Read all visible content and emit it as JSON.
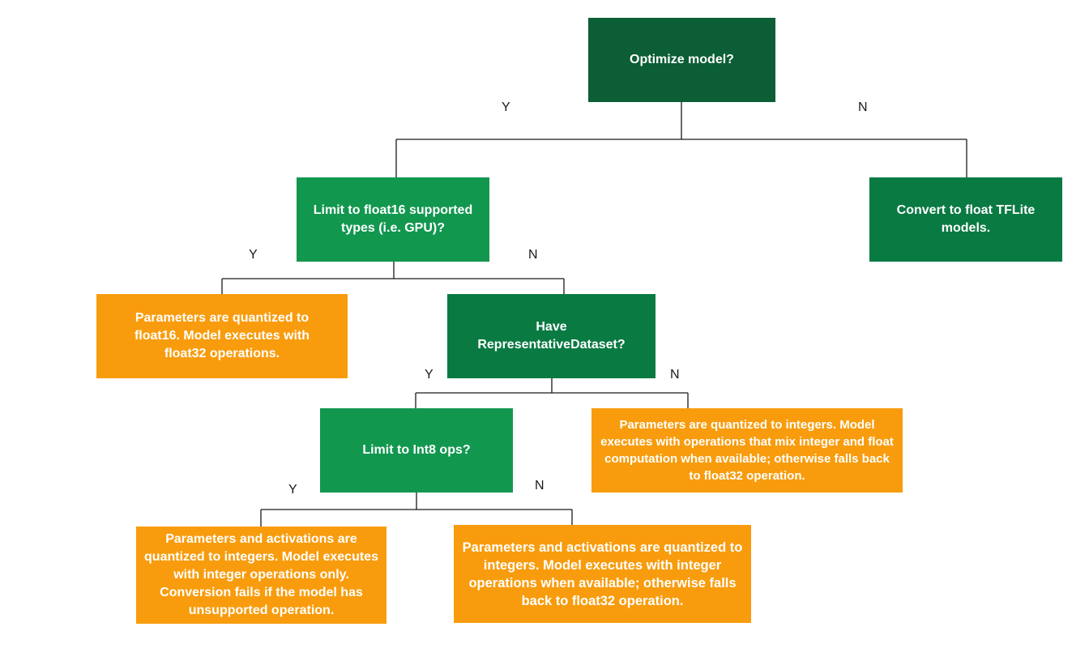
{
  "diagram": {
    "nodes": {
      "optimize": "Optimize model?",
      "float16": "Limit to float16 supported types (i.e. GPU)?",
      "convert_float": "Convert to float TFLite models.",
      "float16_result": "Parameters are quantized to float16. Model executes with float32 operations.",
      "representative": "Have RepresentativeDataset?",
      "int8": "Limit to Int8 ops?",
      "dynamic_result": "Parameters are quantized to integers. Model executes with operations that mix integer and float computation when available; otherwise falls back to float32 operation.",
      "int8_only_result": "Parameters and activations are quantized to integers. Model executes with integer operations only. Conversion fails if the model has unsupported operation.",
      "int8_fallback_result": "Parameters and activations are quantized to integers. Model executes with integer operations when available; otherwise falls back to float32 operation."
    },
    "labels": {
      "optimize_yes": "Y",
      "optimize_no": "N",
      "float16_yes": "Y",
      "float16_no": "N",
      "representative_yes": "Y",
      "representative_no": "N",
      "int8_yes": "Y",
      "int8_no": "N"
    },
    "colors": {
      "decision_dark": "#0b5e35",
      "decision_mid": "#0a7a43",
      "decision_bright": "#12974f",
      "result_orange": "#f89c0d",
      "connector": "#1a1a1a"
    }
  }
}
